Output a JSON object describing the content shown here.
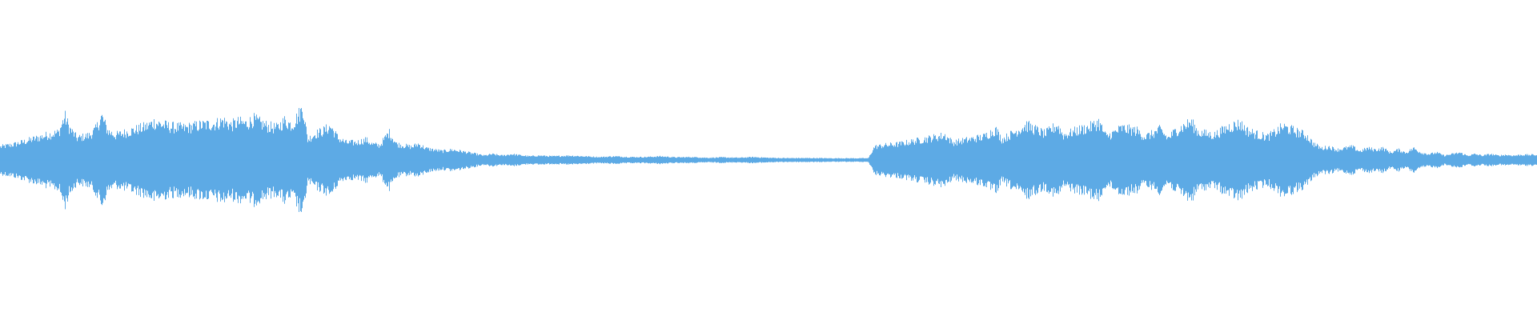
{
  "waveform": {
    "color": "#5DAAE5",
    "background": "#FFFFFF",
    "envelope": [
      [
        0.0,
        0.09
      ],
      [
        0.01,
        0.11
      ],
      [
        0.02,
        0.14
      ],
      [
        0.03,
        0.17
      ],
      [
        0.038,
        0.19
      ],
      [
        0.042,
        0.3
      ],
      [
        0.045,
        0.22
      ],
      [
        0.05,
        0.15
      ],
      [
        0.058,
        0.17
      ],
      [
        0.062,
        0.21
      ],
      [
        0.066,
        0.3
      ],
      [
        0.07,
        0.2
      ],
      [
        0.075,
        0.17
      ],
      [
        0.085,
        0.2
      ],
      [
        0.095,
        0.23
      ],
      [
        0.1,
        0.26
      ],
      [
        0.11,
        0.23
      ],
      [
        0.12,
        0.22
      ],
      [
        0.13,
        0.24
      ],
      [
        0.14,
        0.25
      ],
      [
        0.145,
        0.27
      ],
      [
        0.15,
        0.24
      ],
      [
        0.155,
        0.26
      ],
      [
        0.16,
        0.25
      ],
      [
        0.165,
        0.28
      ],
      [
        0.17,
        0.25
      ],
      [
        0.175,
        0.23
      ],
      [
        0.18,
        0.22
      ],
      [
        0.185,
        0.27
      ],
      [
        0.19,
        0.24
      ],
      [
        0.197,
        0.36
      ],
      [
        0.2,
        0.14
      ],
      [
        0.205,
        0.18
      ],
      [
        0.21,
        0.2
      ],
      [
        0.215,
        0.23
      ],
      [
        0.22,
        0.15
      ],
      [
        0.225,
        0.12
      ],
      [
        0.232,
        0.12
      ],
      [
        0.238,
        0.14
      ],
      [
        0.242,
        0.11
      ],
      [
        0.247,
        0.1
      ],
      [
        0.253,
        0.19
      ],
      [
        0.258,
        0.11
      ],
      [
        0.262,
        0.1
      ],
      [
        0.268,
        0.09
      ],
      [
        0.272,
        0.11
      ],
      [
        0.277,
        0.08
      ],
      [
        0.282,
        0.07
      ],
      [
        0.288,
        0.06
      ],
      [
        0.294,
        0.07
      ],
      [
        0.3,
        0.06
      ],
      [
        0.305,
        0.05
      ],
      [
        0.31,
        0.04
      ],
      [
        0.315,
        0.03
      ],
      [
        0.32,
        0.04
      ],
      [
        0.327,
        0.03
      ],
      [
        0.333,
        0.04
      ],
      [
        0.34,
        0.03
      ],
      [
        0.345,
        0.025
      ],
      [
        0.35,
        0.03
      ],
      [
        0.36,
        0.025
      ],
      [
        0.37,
        0.03
      ],
      [
        0.38,
        0.025
      ],
      [
        0.39,
        0.02
      ],
      [
        0.4,
        0.025
      ],
      [
        0.41,
        0.02
      ],
      [
        0.42,
        0.02
      ],
      [
        0.43,
        0.025
      ],
      [
        0.44,
        0.018
      ],
      [
        0.45,
        0.02
      ],
      [
        0.46,
        0.015
      ],
      [
        0.47,
        0.018
      ],
      [
        0.48,
        0.015
      ],
      [
        0.49,
        0.02
      ],
      [
        0.5,
        0.015
      ],
      [
        0.51,
        0.013
      ],
      [
        0.52,
        0.013
      ],
      [
        0.53,
        0.013
      ],
      [
        0.54,
        0.012
      ],
      [
        0.55,
        0.012
      ],
      [
        0.565,
        0.012
      ],
      [
        0.569,
        0.09
      ],
      [
        0.575,
        0.1
      ],
      [
        0.585,
        0.11
      ],
      [
        0.595,
        0.13
      ],
      [
        0.605,
        0.15
      ],
      [
        0.615,
        0.17
      ],
      [
        0.62,
        0.12
      ],
      [
        0.63,
        0.14
      ],
      [
        0.64,
        0.16
      ],
      [
        0.648,
        0.21
      ],
      [
        0.652,
        0.14
      ],
      [
        0.66,
        0.19
      ],
      [
        0.668,
        0.24
      ],
      [
        0.672,
        0.22
      ],
      [
        0.68,
        0.18
      ],
      [
        0.688,
        0.24
      ],
      [
        0.692,
        0.17
      ],
      [
        0.7,
        0.2
      ],
      [
        0.71,
        0.23
      ],
      [
        0.715,
        0.26
      ],
      [
        0.72,
        0.16
      ],
      [
        0.73,
        0.22
      ],
      [
        0.74,
        0.2
      ],
      [
        0.745,
        0.16
      ],
      [
        0.75,
        0.18
      ],
      [
        0.755,
        0.21
      ],
      [
        0.76,
        0.15
      ],
      [
        0.765,
        0.2
      ],
      [
        0.77,
        0.23
      ],
      [
        0.775,
        0.26
      ],
      [
        0.78,
        0.19
      ],
      [
        0.785,
        0.18
      ],
      [
        0.79,
        0.17
      ],
      [
        0.795,
        0.2
      ],
      [
        0.8,
        0.23
      ],
      [
        0.807,
        0.25
      ],
      [
        0.812,
        0.2
      ],
      [
        0.82,
        0.17
      ],
      [
        0.825,
        0.16
      ],
      [
        0.83,
        0.19
      ],
      [
        0.835,
        0.23
      ],
      [
        0.84,
        0.21
      ],
      [
        0.845,
        0.19
      ],
      [
        0.85,
        0.17
      ],
      [
        0.855,
        0.11
      ],
      [
        0.86,
        0.08
      ],
      [
        0.865,
        0.09
      ],
      [
        0.87,
        0.07
      ],
      [
        0.875,
        0.08
      ],
      [
        0.88,
        0.09
      ],
      [
        0.885,
        0.06
      ],
      [
        0.89,
        0.08
      ],
      [
        0.895,
        0.07
      ],
      [
        0.9,
        0.08
      ],
      [
        0.905,
        0.05
      ],
      [
        0.91,
        0.07
      ],
      [
        0.915,
        0.05
      ],
      [
        0.92,
        0.08
      ],
      [
        0.925,
        0.05
      ],
      [
        0.93,
        0.04
      ],
      [
        0.935,
        0.05
      ],
      [
        0.94,
        0.03
      ],
      [
        0.945,
        0.04
      ],
      [
        0.95,
        0.05
      ],
      [
        0.955,
        0.03
      ],
      [
        0.96,
        0.04
      ],
      [
        0.965,
        0.03
      ],
      [
        0.97,
        0.04
      ],
      [
        0.975,
        0.03
      ],
      [
        0.98,
        0.035
      ],
      [
        0.985,
        0.03
      ],
      [
        0.99,
        0.035
      ],
      [
        1.0,
        0.035
      ]
    ]
  }
}
